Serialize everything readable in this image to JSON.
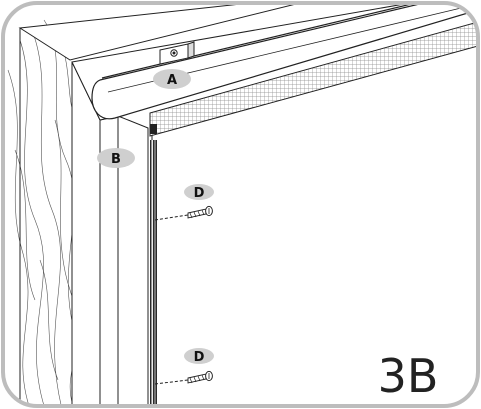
{
  "diagram": {
    "step_label": "3B",
    "callouts": {
      "headrail": "A",
      "frame": "B",
      "screw_top": "D",
      "screw_bottom": "D"
    },
    "colors": {
      "line": "#222222",
      "badge_fill": "#cfcfcf",
      "border": "#bdbdbd",
      "mesh": "#9a9a9a"
    }
  }
}
